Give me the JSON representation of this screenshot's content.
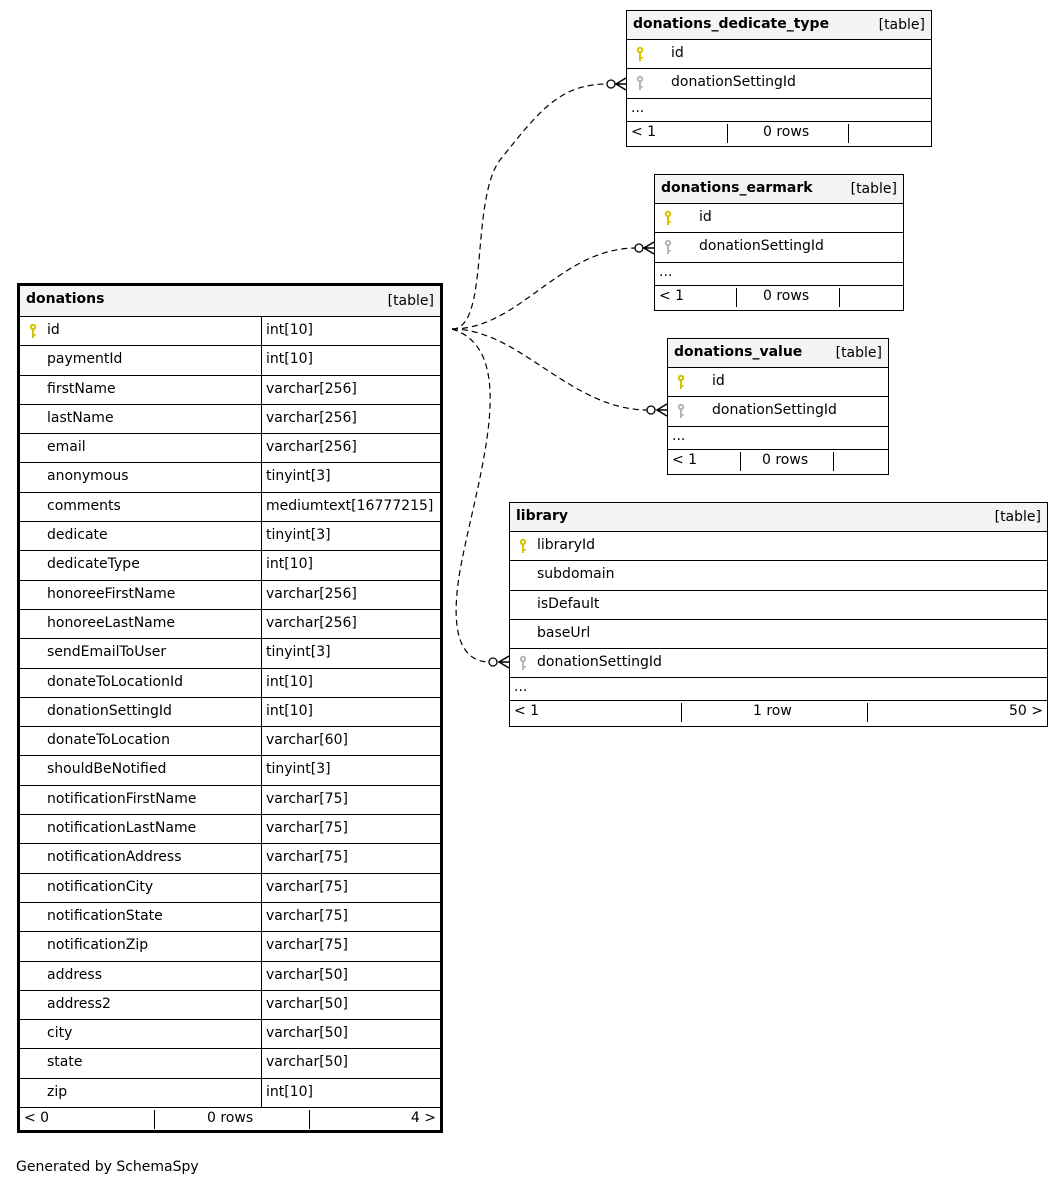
{
  "colors": {
    "primary_key": "#d4c400",
    "foreign_key": "#b5b5b5",
    "header_bg": "#f4f4f4"
  },
  "main_table": {
    "name": "donations",
    "kind": "[table]",
    "columns": [
      {
        "name": "id",
        "type": "int[10]",
        "icon": "primary-key-icon"
      },
      {
        "name": "paymentId",
        "type": "int[10]"
      },
      {
        "name": "firstName",
        "type": "varchar[256]"
      },
      {
        "name": "lastName",
        "type": "varchar[256]"
      },
      {
        "name": "email",
        "type": "varchar[256]"
      },
      {
        "name": "anonymous",
        "type": "tinyint[3]"
      },
      {
        "name": "comments",
        "type": "mediumtext[16777215]"
      },
      {
        "name": "dedicate",
        "type": "tinyint[3]"
      },
      {
        "name": "dedicateType",
        "type": "int[10]"
      },
      {
        "name": "honoreeFirstName",
        "type": "varchar[256]"
      },
      {
        "name": "honoreeLastName",
        "type": "varchar[256]"
      },
      {
        "name": "sendEmailToUser",
        "type": "tinyint[3]"
      },
      {
        "name": "donateToLocationId",
        "type": "int[10]"
      },
      {
        "name": "donationSettingId",
        "type": "int[10]"
      },
      {
        "name": "donateToLocation",
        "type": "varchar[60]"
      },
      {
        "name": "shouldBeNotified",
        "type": "tinyint[3]"
      },
      {
        "name": "notificationFirstName",
        "type": "varchar[75]"
      },
      {
        "name": "notificationLastName",
        "type": "varchar[75]"
      },
      {
        "name": "notificationAddress",
        "type": "varchar[75]"
      },
      {
        "name": "notificationCity",
        "type": "varchar[75]"
      },
      {
        "name": "notificationState",
        "type": "varchar[75]"
      },
      {
        "name": "notificationZip",
        "type": "varchar[75]"
      },
      {
        "name": "address",
        "type": "varchar[50]"
      },
      {
        "name": "address2",
        "type": "varchar[50]"
      },
      {
        "name": "city",
        "type": "varchar[50]"
      },
      {
        "name": "state",
        "type": "varchar[50]"
      },
      {
        "name": "zip",
        "type": "int[10]"
      }
    ],
    "footer": {
      "parents": "< 0",
      "rows": "0 rows",
      "children": "4 >"
    }
  },
  "related_tables": [
    {
      "id": "donations_dedicate_type",
      "name": "donations_dedicate_type",
      "kind": "[table]",
      "columns": [
        {
          "name": "id",
          "icon": "primary-key-icon"
        },
        {
          "name": "donationSettingId",
          "icon": "foreign-key-icon"
        }
      ],
      "ellipsis": "...",
      "footer": {
        "parents": "< 1",
        "rows": "0 rows",
        "children": ""
      }
    },
    {
      "id": "donations_earmark",
      "name": "donations_earmark",
      "kind": "[table]",
      "columns": [
        {
          "name": "id",
          "icon": "primary-key-icon"
        },
        {
          "name": "donationSettingId",
          "icon": "foreign-key-icon"
        }
      ],
      "ellipsis": "...",
      "footer": {
        "parents": "< 1",
        "rows": "0 rows",
        "children": ""
      }
    },
    {
      "id": "donations_value",
      "name": "donations_value",
      "kind": "[table]",
      "columns": [
        {
          "name": "id",
          "icon": "primary-key-icon"
        },
        {
          "name": "donationSettingId",
          "icon": "foreign-key-icon"
        }
      ],
      "ellipsis": "...",
      "footer": {
        "parents": "< 1",
        "rows": "0 rows",
        "children": ""
      }
    },
    {
      "id": "library",
      "name": "library",
      "kind": "[table]",
      "columns": [
        {
          "name": "libraryId",
          "icon": "primary-key-icon"
        },
        {
          "name": "subdomain"
        },
        {
          "name": "isDefault"
        },
        {
          "name": "baseUrl"
        },
        {
          "name": "donationSettingId",
          "icon": "foreign-key-icon"
        }
      ],
      "ellipsis": "...",
      "footer": {
        "parents": "< 1",
        "rows": "1 row",
        "children": "50 >"
      }
    }
  ],
  "generated_by": "Generated by SchemaSpy"
}
